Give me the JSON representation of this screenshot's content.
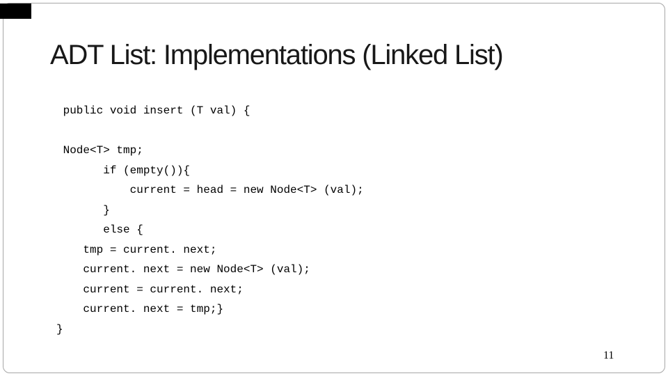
{
  "slide": {
    "title": "ADT List: Implementations (Linked List)",
    "page_number": "11",
    "colors": {
      "background": "#ffffff",
      "text": "#000000",
      "title_text": "#181818",
      "border": "#a6a6a6",
      "corner_mark": "#000000"
    },
    "code_lines": [
      " public void insert (T val) {",
      "",
      " Node<T> tmp;",
      "       if (empty()){",
      "           current = head = new Node<T> (val);",
      "       }",
      "       else {",
      "    tmp = current. next;",
      "    current. next = new Node<T> (val);",
      "    current = current. next;",
      "    current. next = tmp;}",
      "}"
    ]
  }
}
